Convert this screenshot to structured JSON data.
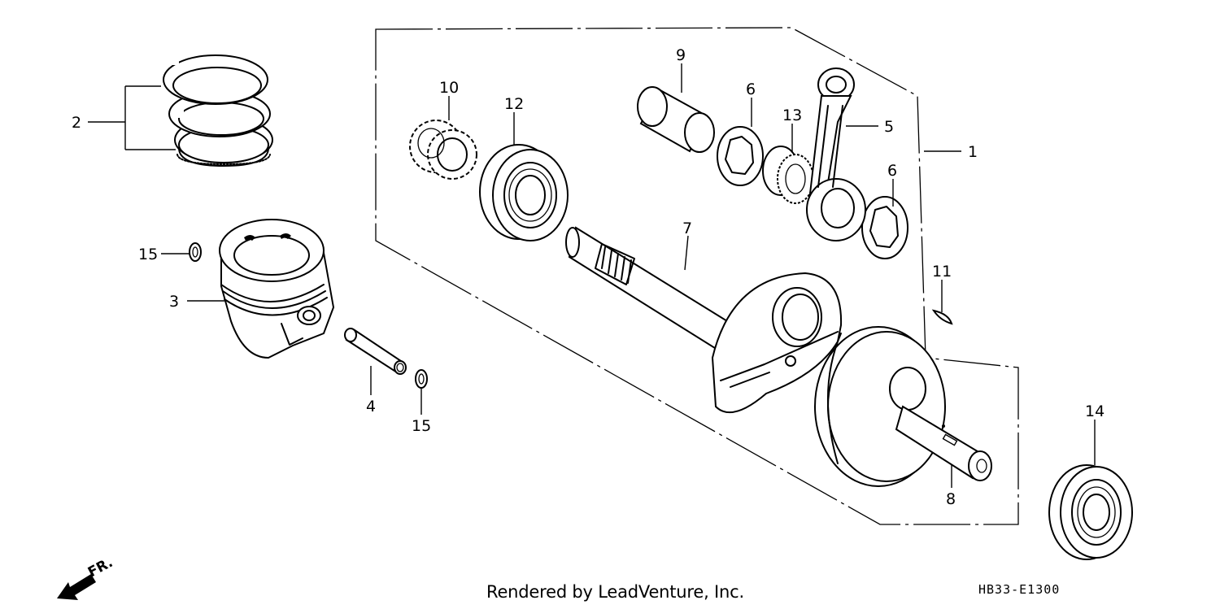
{
  "diagram": {
    "callouts": [
      {
        "id": "c1",
        "text": "1"
      },
      {
        "id": "c2",
        "text": "2"
      },
      {
        "id": "c3",
        "text": "3"
      },
      {
        "id": "c4",
        "text": "4"
      },
      {
        "id": "c5",
        "text": "5"
      },
      {
        "id": "c6a",
        "text": "6"
      },
      {
        "id": "c6b",
        "text": "6"
      },
      {
        "id": "c7",
        "text": "7"
      },
      {
        "id": "c8",
        "text": "8"
      },
      {
        "id": "c9",
        "text": "9"
      },
      {
        "id": "c10",
        "text": "10"
      },
      {
        "id": "c11",
        "text": "11"
      },
      {
        "id": "c12",
        "text": "12"
      },
      {
        "id": "c13",
        "text": "13"
      },
      {
        "id": "c14",
        "text": "14"
      },
      {
        "id": "c15a",
        "text": "15"
      },
      {
        "id": "c15b",
        "text": "15"
      }
    ],
    "direction_label": "FR.",
    "credit": "Rendered by LeadVenture, Inc.",
    "diagram_code": "HB33-E1300"
  }
}
